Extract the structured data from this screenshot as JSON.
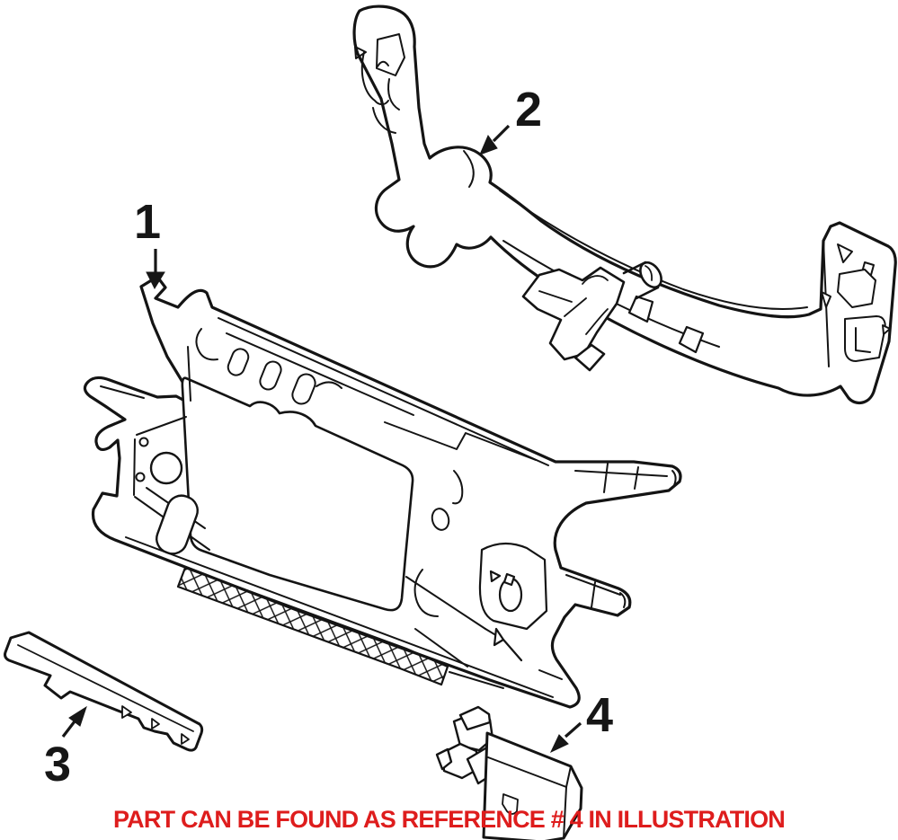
{
  "image": {
    "background": "#ffffff",
    "line_color": "#141414",
    "kind": "parts-diagram"
  },
  "note": {
    "text": "PART CAN BE FOUND AS REFERENCE # 4 IN ILLUSTRATION",
    "color": "#de1d1d"
  },
  "callouts": [
    {
      "ref": "1"
    },
    {
      "ref": "2"
    },
    {
      "ref": "3"
    },
    {
      "ref": "4"
    }
  ]
}
